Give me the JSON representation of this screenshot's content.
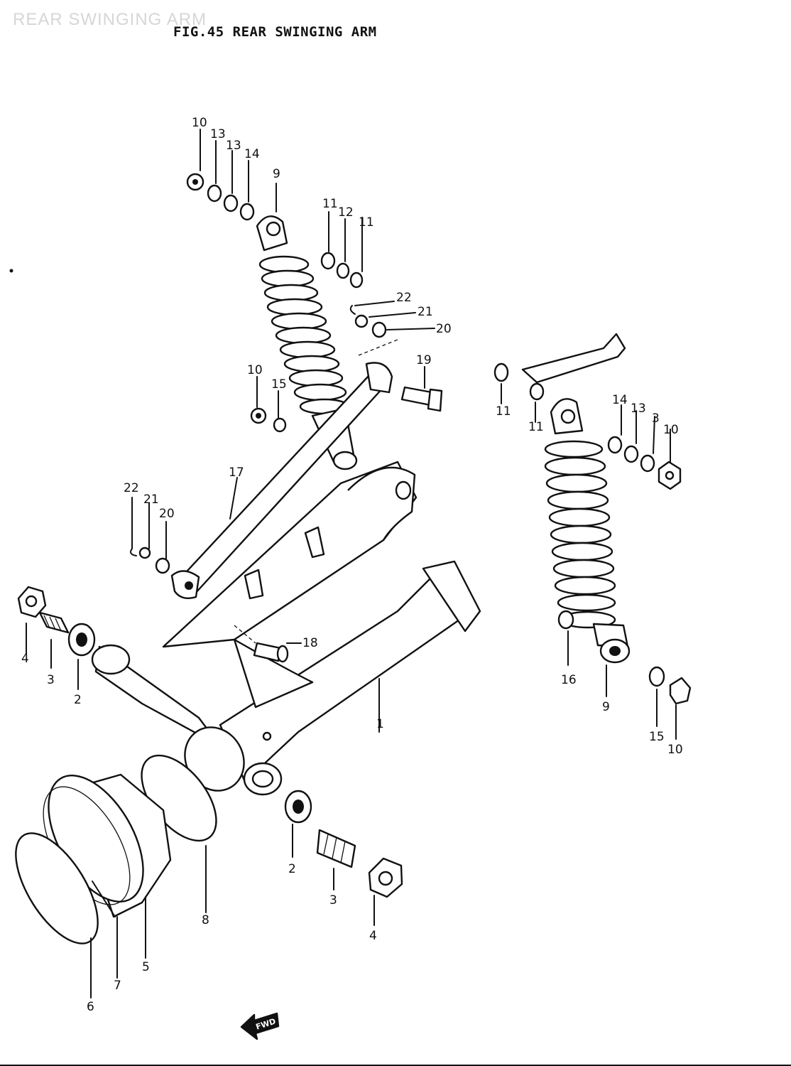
{
  "header": {
    "ghost_title": "REAR SWINGING ARM",
    "fig_number": "FIG.45",
    "fig_title": "REAR SWINGING ARM"
  },
  "callouts": {
    "c1": "1",
    "c2a": "2",
    "c2b": "2",
    "c3a": "3",
    "c3b": "3",
    "c4a": "4",
    "c4b": "4",
    "c5": "5",
    "c6": "6",
    "c7": "7",
    "c8": "8",
    "c9a": "9",
    "c9b": "9",
    "c10a": "10",
    "c10b": "10",
    "c10c": "10",
    "c10d": "10",
    "c11a": "11",
    "c11b": "11",
    "c11c": "11",
    "c11d": "11",
    "c12": "12",
    "c13a": "13",
    "c13b": "13",
    "c13c": "13",
    "c13d": "3",
    "c14a": "14",
    "c14b": "14",
    "c15a": "15",
    "c15b": "15",
    "c16": "16",
    "c17": "17",
    "c18": "18",
    "c19": "19",
    "c20a": "20",
    "c20b": "20",
    "c21a": "21",
    "c21b": "21",
    "c22a": "22",
    "c22b": "22"
  },
  "fwd_mark": "FWD",
  "colors": {
    "ink": "#111111",
    "paper": "#ffffff",
    "ghost": "#d6d6d6"
  }
}
